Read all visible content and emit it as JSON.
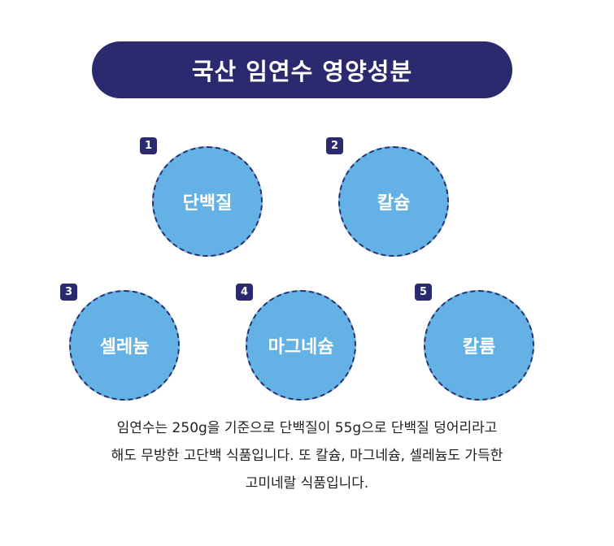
{
  "colors": {
    "banner": "#2b2a6e",
    "circle_fill": "#63b1e5",
    "circle_border": "#2b2f6a",
    "badge": "#2b2a6e",
    "text": "#1f1f1f"
  },
  "title": "국산 임연수 영양성분",
  "nutrients": [
    {
      "number": "1",
      "label": "단백질"
    },
    {
      "number": "2",
      "label": "칼슘"
    },
    {
      "number": "3",
      "label": "셀레늄"
    },
    {
      "number": "4",
      "label": "마그네슘"
    },
    {
      "number": "5",
      "label": "칼륨"
    }
  ],
  "description": {
    "line1": "임연수는 250g을 기준으로 단백질이 55g으로 단백질 덩어리라고",
    "line2": "해도 무방한 고단백 식품입니다. 또 칼슘, 마그네슘, 셀레늄도 가득한",
    "line3": "고미네랄 식품입니다."
  }
}
